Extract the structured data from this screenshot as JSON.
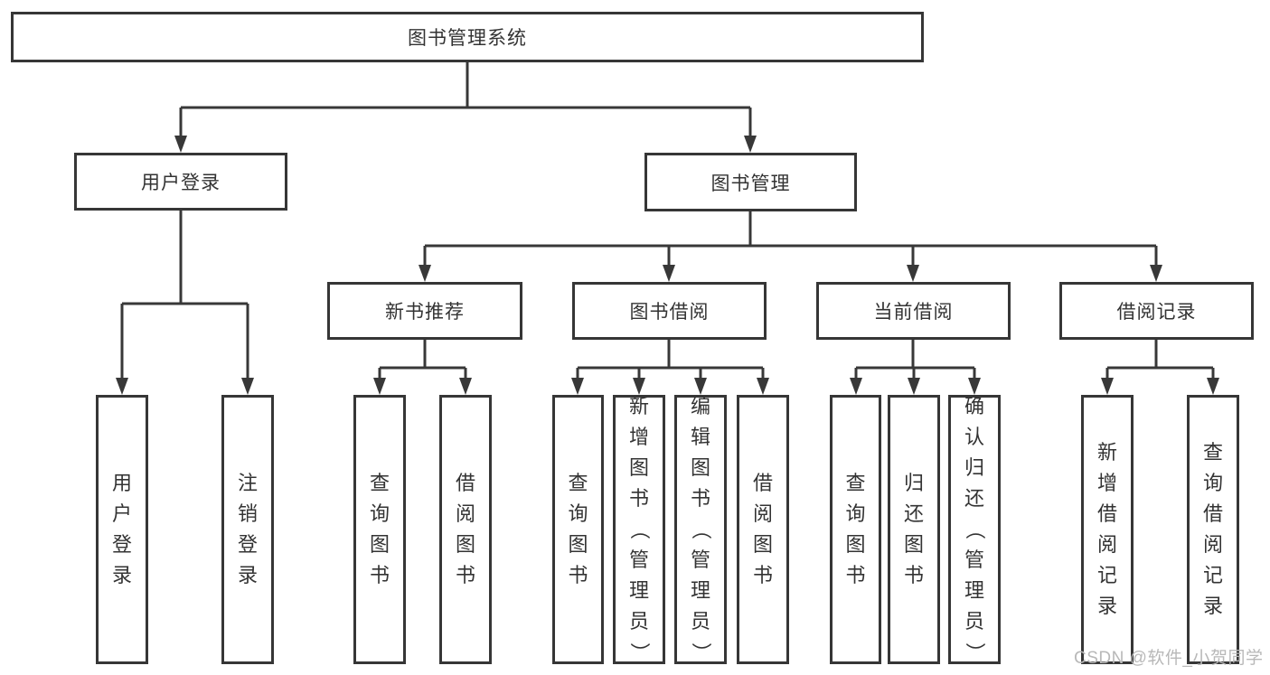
{
  "diagram_title": "图书管理系统",
  "tree": {
    "label": "图书管理系统",
    "children": [
      {
        "label": "用户登录",
        "children": [
          {
            "label": "用户登录"
          },
          {
            "label": "注销登录"
          }
        ]
      },
      {
        "label": "图书管理",
        "children": [
          {
            "label": "新书推荐",
            "children": [
              {
                "label": "查询图书"
              },
              {
                "label": "借阅图书"
              }
            ]
          },
          {
            "label": "图书借阅",
            "children": [
              {
                "label": "查询图书"
              },
              {
                "label": "新增图书（管理员）"
              },
              {
                "label": "编辑图书（管理员）"
              },
              {
                "label": "借阅图书"
              }
            ]
          },
          {
            "label": "当前借阅",
            "children": [
              {
                "label": "查询图书"
              },
              {
                "label": "归还图书"
              },
              {
                "label": "确认归还（管理员）"
              }
            ]
          },
          {
            "label": "借阅记录",
            "children": [
              {
                "label": "新增借阅记录"
              },
              {
                "label": "查询借阅记录"
              }
            ]
          }
        ]
      }
    ]
  },
  "watermark": "CSDN @软件_小贺同学",
  "colors": {
    "line": "#383838",
    "border": "#363636",
    "text": "#333333",
    "watermark_gray": "#b8b8b8",
    "background": "#ffffff"
  }
}
